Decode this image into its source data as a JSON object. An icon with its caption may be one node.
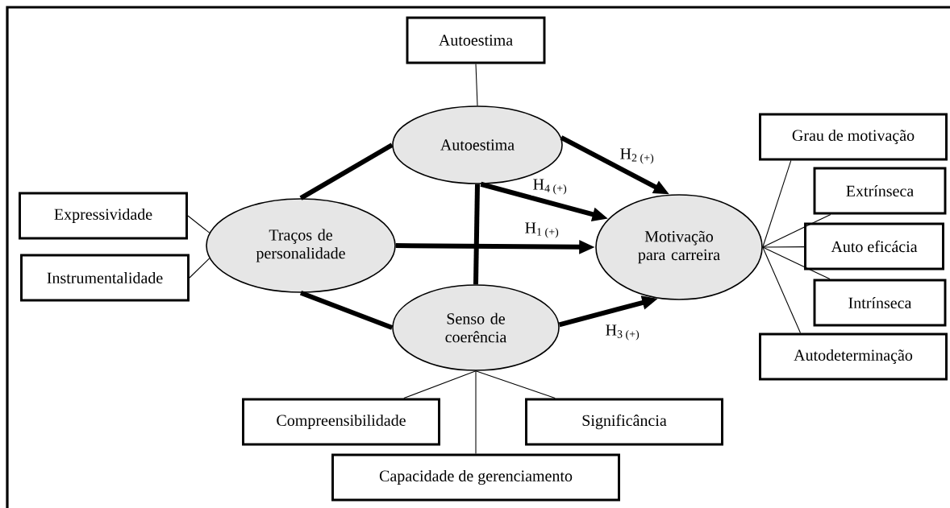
{
  "diagram": {
    "nodes": [
      {
        "text": [
          "Autoestima"
        ]
      },
      {
        "text": [
          "Autoestima"
        ]
      },
      {
        "text": [
          "Expressividade"
        ]
      },
      {
        "text": [
          "Instrumentalidade"
        ]
      },
      {
        "text": [
          "Traços de personalidade"
        ]
      },
      {
        "text": [
          "Motivação para carreira"
        ]
      },
      {
        "text": [
          "Grau de motivação"
        ]
      },
      {
        "text": [
          "Extrínseca"
        ]
      },
      {
        "text": [
          "Auto eficácia"
        ]
      },
      {
        "text": [
          "Intrínseca"
        ]
      },
      {
        "text": [
          "Autodeterminação"
        ]
      },
      {
        "text": [
          "Senso de coerência"
        ]
      },
      {
        "text": [
          "Compreensibilidade"
        ]
      },
      {
        "text": [
          "Significância"
        ]
      },
      {
        "text": [
          "Capacidade de gerenciamento"
        ]
      }
    ],
    "edges": [
      {
        "from": 0,
        "to": 1,
        "arrow": "none"
      },
      {
        "from": 1,
        "to": 4,
        "arrow": "none",
        "style": "thick"
      },
      {
        "from": 4,
        "to": 11,
        "arrow": "none",
        "style": "thick"
      },
      {
        "from": 1,
        "to": 11,
        "arrow": "none",
        "style": "thick"
      },
      {
        "from": 1,
        "to": 5,
        "arrow": "to",
        "style": "thick",
        "label": "H$_{2 (+)}$"
      },
      {
        "from": 1,
        "to": 5,
        "arrow": "to",
        "style": "thick",
        "label": "H$_{4 (+)}$"
      },
      {
        "from": 4,
        "to": 5,
        "arrow": "to",
        "style": "thick",
        "label": "H$_{1 (+)}$"
      },
      {
        "from": 11,
        "to": 5,
        "arrow": "to",
        "style": "thick",
        "label": "H$_{3 (+)}$"
      },
      {
        "from": 2,
        "to": 4,
        "arrow": "none"
      },
      {
        "from": 3,
        "to": 4,
        "arrow": "none"
      },
      {
        "from": 5,
        "to": 6,
        "arrow": "none"
      },
      {
        "from": 5,
        "to": 7,
        "arrow": "none"
      },
      {
        "from": 5,
        "to": 8,
        "arrow": "none"
      },
      {
        "from": 5,
        "to": 9,
        "arrow": "none"
      },
      {
        "from": 5,
        "to": 10,
        "arrow": "none"
      },
      {
        "from": 11,
        "to": 12,
        "arrow": "none"
      },
      {
        "from": 11,
        "to": 13,
        "arrow": "none"
      },
      {
        "from": 11,
        "to": 14,
        "arrow": "none"
      }
    ]
  }
}
